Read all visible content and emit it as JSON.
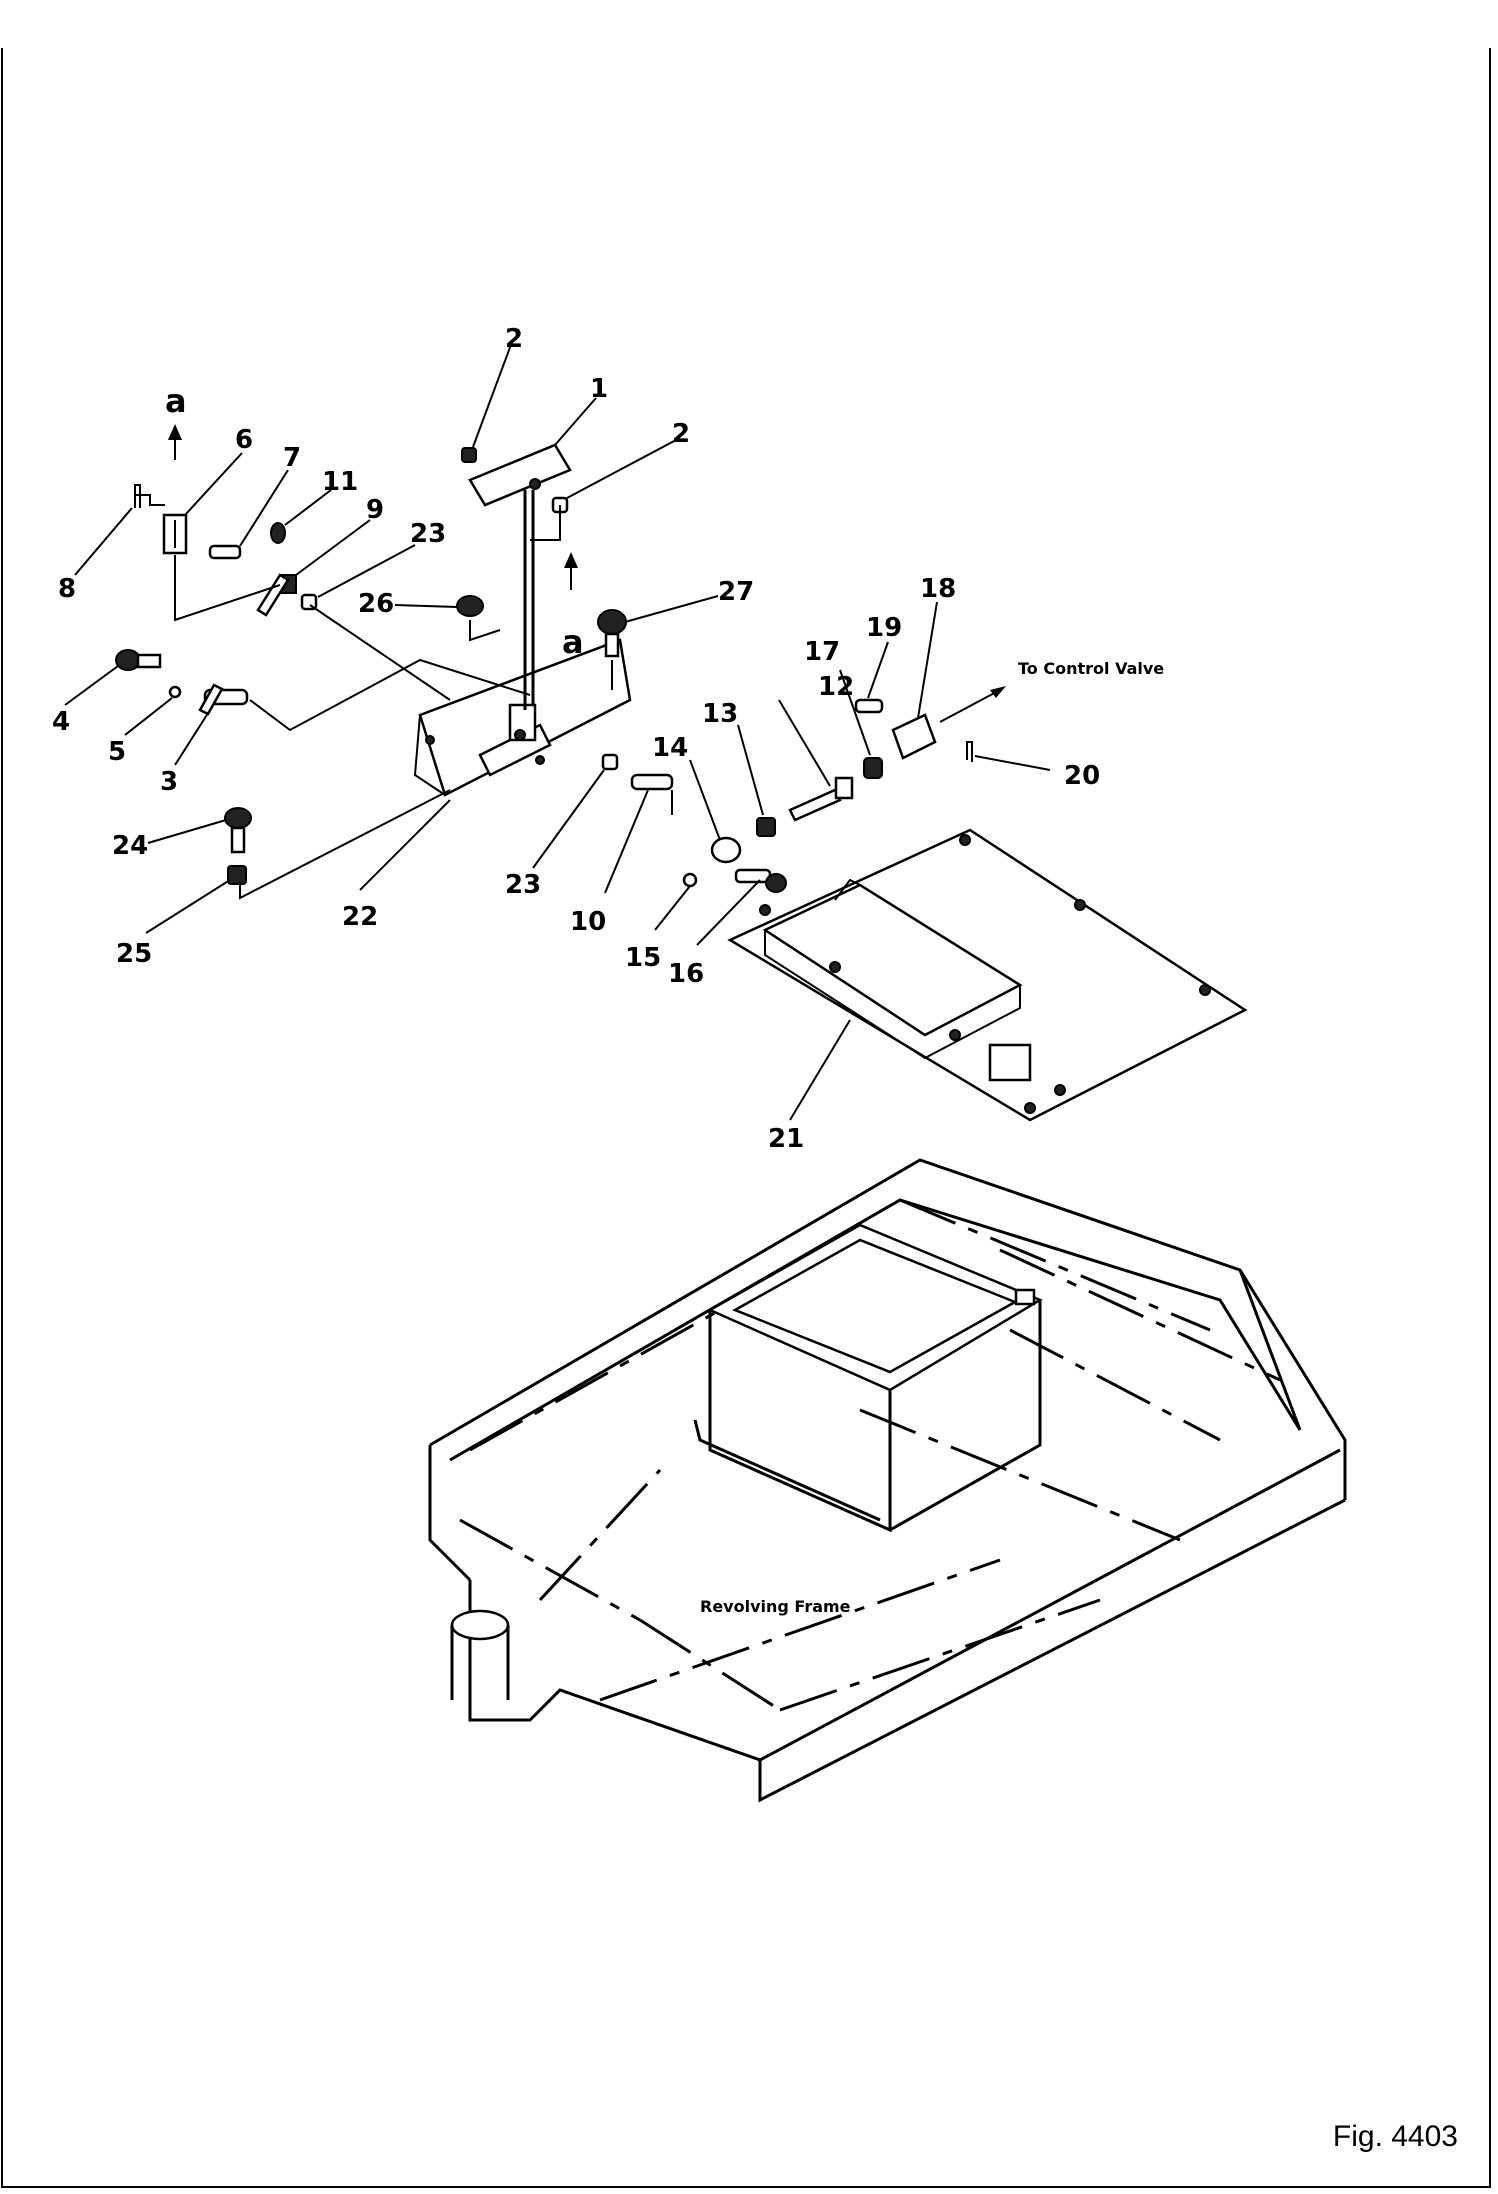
{
  "figure": {
    "number_label": "Fig. 4403"
  },
  "callouts": [
    {
      "id": "1",
      "text": "1"
    },
    {
      "id": "2a",
      "text": "2"
    },
    {
      "id": "2b",
      "text": "2"
    },
    {
      "id": "3",
      "text": "3"
    },
    {
      "id": "4",
      "text": "4"
    },
    {
      "id": "5",
      "text": "5"
    },
    {
      "id": "6",
      "text": "6"
    },
    {
      "id": "7",
      "text": "7"
    },
    {
      "id": "8",
      "text": "8"
    },
    {
      "id": "9",
      "text": "9"
    },
    {
      "id": "10",
      "text": "10"
    },
    {
      "id": "11",
      "text": "11"
    },
    {
      "id": "12",
      "text": "12"
    },
    {
      "id": "13",
      "text": "13"
    },
    {
      "id": "14",
      "text": "14"
    },
    {
      "id": "15",
      "text": "15"
    },
    {
      "id": "16",
      "text": "16"
    },
    {
      "id": "17",
      "text": "17"
    },
    {
      "id": "18",
      "text": "18"
    },
    {
      "id": "19",
      "text": "19"
    },
    {
      "id": "20",
      "text": "20"
    },
    {
      "id": "21",
      "text": "21"
    },
    {
      "id": "22",
      "text": "22"
    },
    {
      "id": "23a",
      "text": "23"
    },
    {
      "id": "23b",
      "text": "23"
    },
    {
      "id": "24",
      "text": "24"
    },
    {
      "id": "25",
      "text": "25"
    },
    {
      "id": "26",
      "text": "26"
    },
    {
      "id": "27",
      "text": "27"
    }
  ],
  "section_marks": [
    {
      "id": "a1",
      "text": "a"
    },
    {
      "id": "a2",
      "text": "a"
    }
  ],
  "notes": {
    "control_valve": "To Control Valve",
    "frame": "Revolving Frame"
  }
}
